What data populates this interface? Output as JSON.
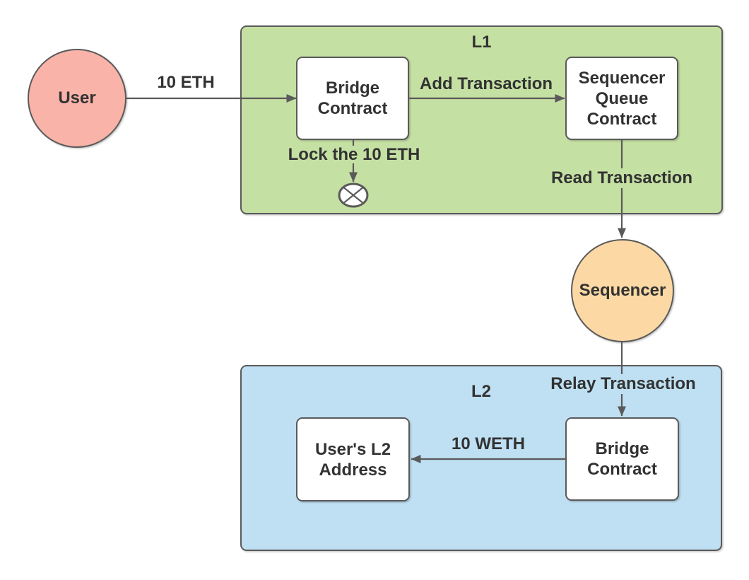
{
  "diagram": {
    "colors": {
      "l1_fill": "#c5e0a3",
      "l2_fill": "#bfe0f2",
      "node_fill": "#ffffff",
      "user_fill": "#f9b3a9",
      "sequencer_fill": "#fcd9a4",
      "stroke": "#5a5a5a",
      "text": "#323232"
    },
    "containers": {
      "l1": {
        "label": "L1"
      },
      "l2": {
        "label": "L2"
      }
    },
    "nodes": {
      "user": {
        "label": "User"
      },
      "bridge_l1": {
        "label": "Bridge\nContract"
      },
      "sequencer_queue": {
        "label": "Sequencer\nQueue\nContract"
      },
      "sequencer": {
        "label": "Sequencer"
      },
      "user_l2_address": {
        "label": "User's L2\nAddress"
      },
      "bridge_l2": {
        "label": "Bridge\nContract"
      }
    },
    "edges": {
      "deposit": {
        "label": "10 ETH"
      },
      "add_transaction": {
        "label": "Add Transaction"
      },
      "lock": {
        "label": "Lock the 10 ETH"
      },
      "read_transaction": {
        "label": "Read Transaction"
      },
      "relay_transaction": {
        "label": "Relay Transaction"
      },
      "mint": {
        "label": "10 WETH"
      }
    }
  }
}
